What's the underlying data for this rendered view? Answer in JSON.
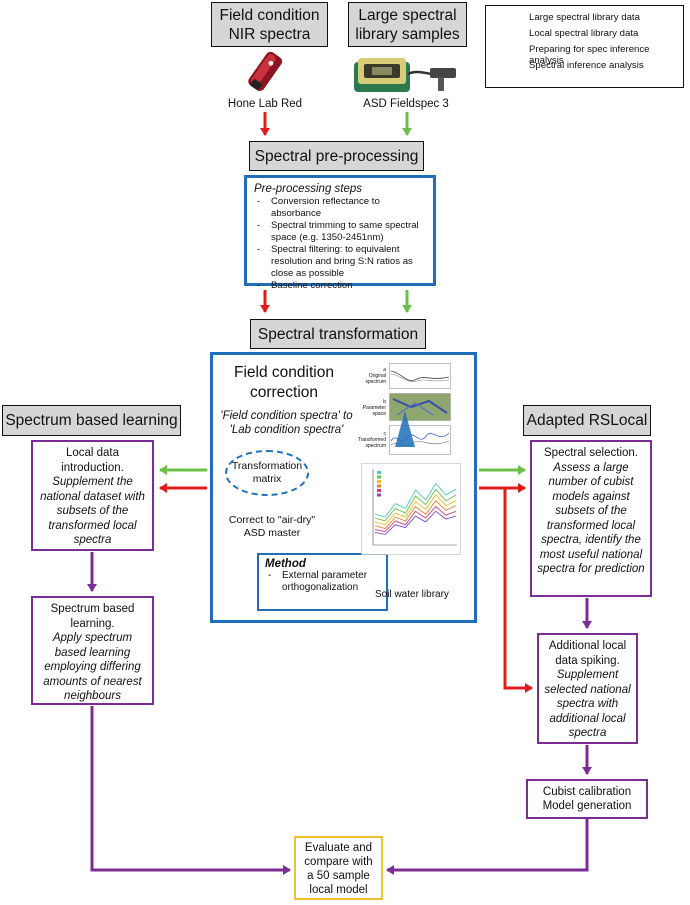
{
  "sources": {
    "field": [
      "Field condition",
      "NIR spectra"
    ],
    "library": [
      "Large spectral",
      "library samples"
    ]
  },
  "instruments": {
    "field_label": "Hone Lab Red",
    "library_label": "ASD Fieldspec 3"
  },
  "legend": {
    "items": [
      {
        "label": "Large spectral library data",
        "color": "#6cc04a"
      },
      {
        "label": "Local spectral library data",
        "color": "#e01b1b"
      },
      {
        "label": "Preparing for spec inference analysis",
        "color": "#1f6fb8"
      },
      {
        "label": "Spectral inference analysis",
        "color": "#7b2d96"
      }
    ]
  },
  "preprocessing": {
    "title": "Spectral pre-processing",
    "heading": "Pre-processing steps",
    "steps": [
      "Conversion reflectance to absorbance",
      "Spectral trimming to same spectral space (e.g. 1350-2451nm)",
      "Spectral filtering: to equivalent resolution and bring S:N ratios as close as possible",
      "Baseline correction"
    ]
  },
  "transformation": {
    "title": "Spectral transformation",
    "heading": [
      "Field condition",
      "correction"
    ],
    "subtitle": [
      "'Field condition spectra' to",
      "'Lab condition spectra'"
    ],
    "matrix": [
      "Transformation",
      "matrix"
    ],
    "correct": [
      "Correct to \"air-dry\"",
      "ASD master"
    ],
    "method_title": "Method",
    "method_items": [
      "External parameter orthogonalization"
    ],
    "soil_water_label": "Soil water library",
    "thumb_labels": [
      "a",
      "Original spectrum",
      "b",
      "Parameter space",
      "c",
      "Transformed spectrum"
    ]
  },
  "left": {
    "title": "Spectrum based learning",
    "box1": {
      "name": "Local data introduction.",
      "desc": "Supplement the national dataset with subsets of the transformed local spectra"
    },
    "box2": {
      "name": "Spectrum based learning.",
      "desc": "Apply spectrum based learning employing differing amounts of nearest neighbours"
    }
  },
  "right": {
    "title": "Adapted RSLocal",
    "box1": {
      "name": "Spectral selection.",
      "desc": "Assess a large number of cubist models against subsets of the transformed local spectra, identify the most useful national spectra for prediction"
    },
    "box2": {
      "name": "Additional local data spiking.",
      "desc": "Supplement selected national spectra with additional local spectra"
    },
    "box3": {
      "lines": [
        "Cubist calibration",
        "Model generation"
      ]
    }
  },
  "final": {
    "text": [
      "Evaluate and",
      "compare with",
      "a 50 sample",
      "local model"
    ],
    "border_color": "#f2c12e"
  },
  "chart_data": {
    "type": "line",
    "series": [
      {
        "values": [
          0.3,
          0.27,
          0.41,
          0.36,
          0.55,
          0.45,
          0.62,
          0.5,
          0.56
        ]
      },
      {
        "values": [
          0.26,
          0.23,
          0.36,
          0.31,
          0.49,
          0.4,
          0.56,
          0.44,
          0.5
        ]
      },
      {
        "values": [
          0.22,
          0.19,
          0.31,
          0.27,
          0.43,
          0.35,
          0.5,
          0.39,
          0.44
        ]
      },
      {
        "values": [
          0.18,
          0.15,
          0.27,
          0.23,
          0.38,
          0.3,
          0.44,
          0.34,
          0.39
        ]
      },
      {
        "values": [
          0.14,
          0.12,
          0.23,
          0.19,
          0.33,
          0.26,
          0.38,
          0.29,
          0.33
        ]
      },
      {
        "values": [
          0.11,
          0.09,
          0.19,
          0.16,
          0.28,
          0.22,
          0.33,
          0.25,
          0.28
        ]
      }
    ],
    "colors": [
      "#4ec9c1",
      "#6cc04a",
      "#e8c02a",
      "#e8802a",
      "#d23b8a",
      "#7a4bd0"
    ],
    "ylim": [
      0,
      0.75
    ]
  }
}
